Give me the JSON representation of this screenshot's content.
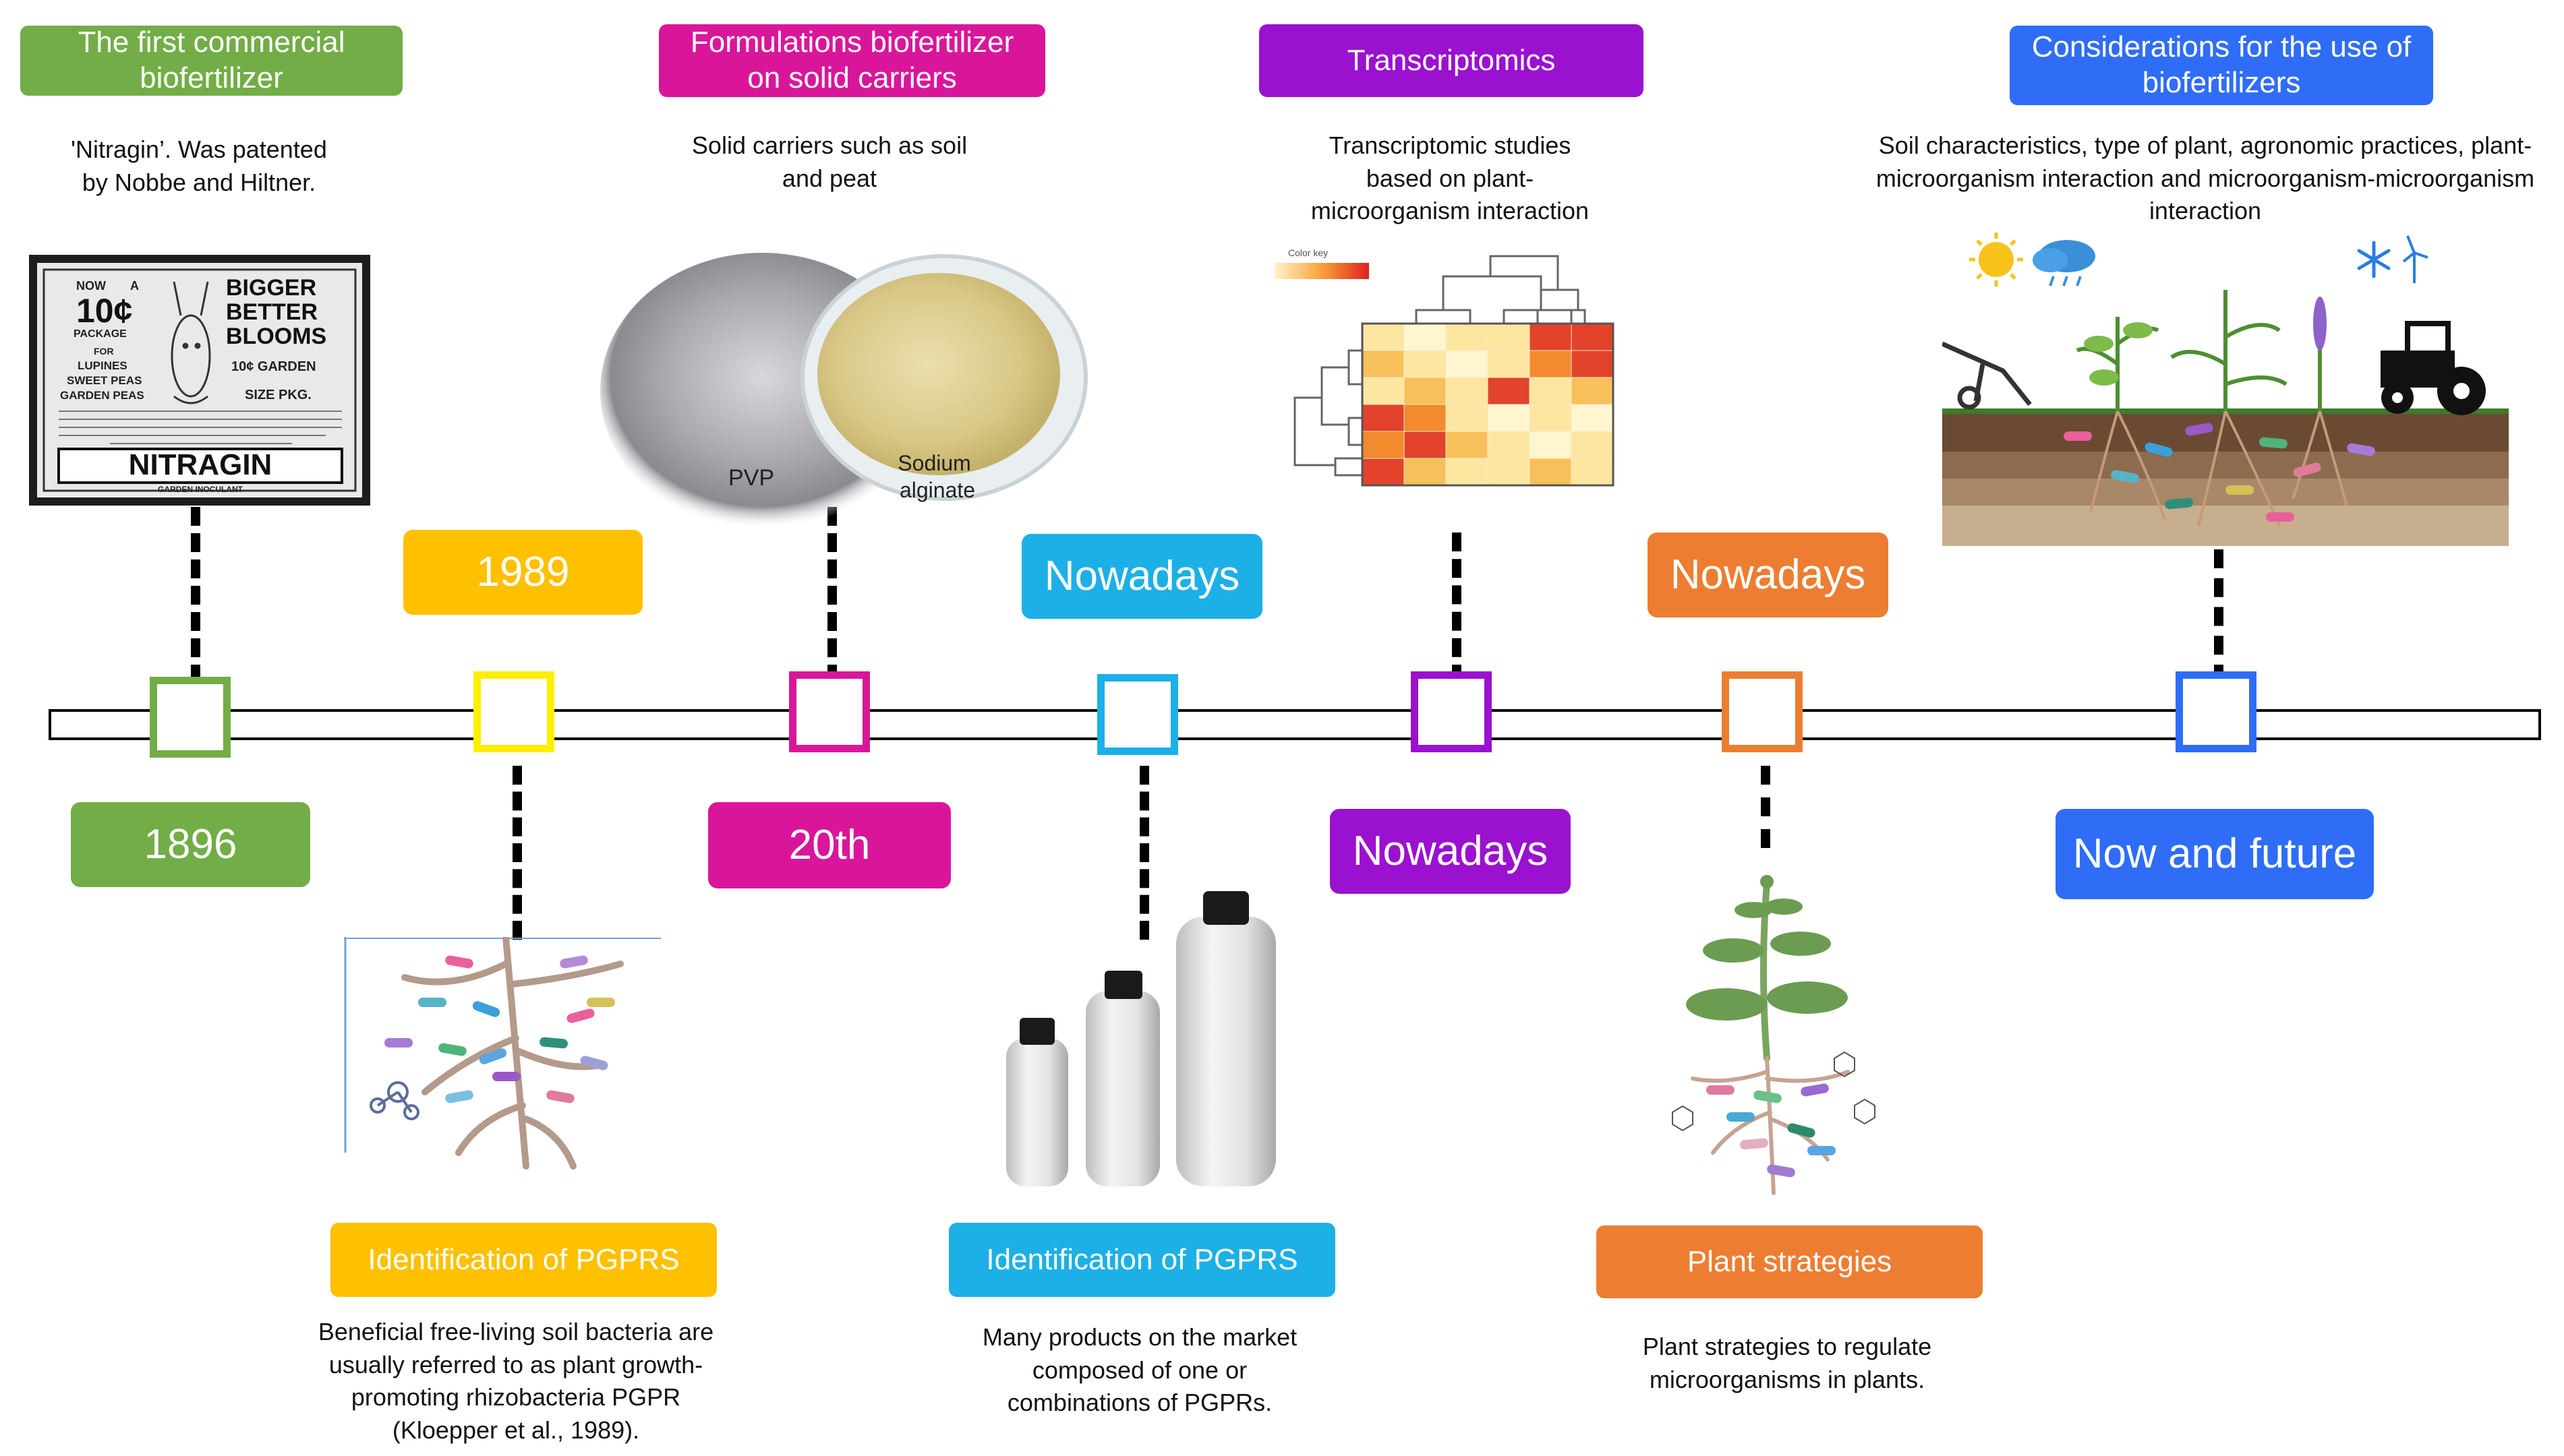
{
  "colors": {
    "green": "#72ad47",
    "yellow": "#ffc000",
    "magenta": "#d9169a",
    "cyan": "#1cb0e6",
    "purple": "#9a11cf",
    "orange": "#ed7d31",
    "blue": "#2f6df6"
  },
  "events": [
    {
      "title": "The first commercial biofertilizer",
      "date": "1896",
      "desc": "'Nitragin’. Was patented by Nobbe and Hiltner."
    },
    {
      "title": "Identification of PGPRS",
      "date": "1989",
      "desc": "Beneficial free-living soil bacteria are usually referred to as plant growth-promoting rhizobacteria PGPR (Kloepper et al., 1989)."
    },
    {
      "title": "Formulations biofertilizer on solid carriers",
      "date": "20th",
      "desc": "Solid carriers such as soil and peat"
    },
    {
      "title": "Identification of PGPRS",
      "date": "Nowadays",
      "desc": "Many products on the market composed of one or combinations of PGPRs."
    },
    {
      "title": "Transcriptomics",
      "date": "Nowadays",
      "desc": "Transcriptomic studies based on plant-microorganism interaction"
    },
    {
      "title": "Plant strategies",
      "date": "Nowadays",
      "desc": "Plant strategies to regulate microorganisms in plants."
    },
    {
      "title": "Considerations for the use of biofertilizers",
      "date": "Now and future",
      "desc": "Soil characteristics, type of plant, agronomic practices, plant-microorganism interaction and microorganism-microorganism interaction"
    }
  ],
  "illustrations": {
    "nitragin_ad": {
      "left_now": "NOW",
      "left_a": "A",
      "price": "10¢",
      "package": "PACKAGE",
      "for": "FOR",
      "lupines": "LUPINES",
      "sweet_peas": "SWEET PEAS",
      "garden_peas": "GARDEN PEAS",
      "bigger": "BIGGER",
      "better": "BETTER",
      "blooms": "BLOOMS",
      "garden": "10¢ GARDEN",
      "size": "SIZE PKG.",
      "brand": "NITRAGIN",
      "sub": "GARDEN INOCULANT"
    },
    "carriers": {
      "left_label": "PVP",
      "right_label": "Sodium alginate"
    },
    "heatmap": {
      "key_label": "Color key"
    }
  }
}
